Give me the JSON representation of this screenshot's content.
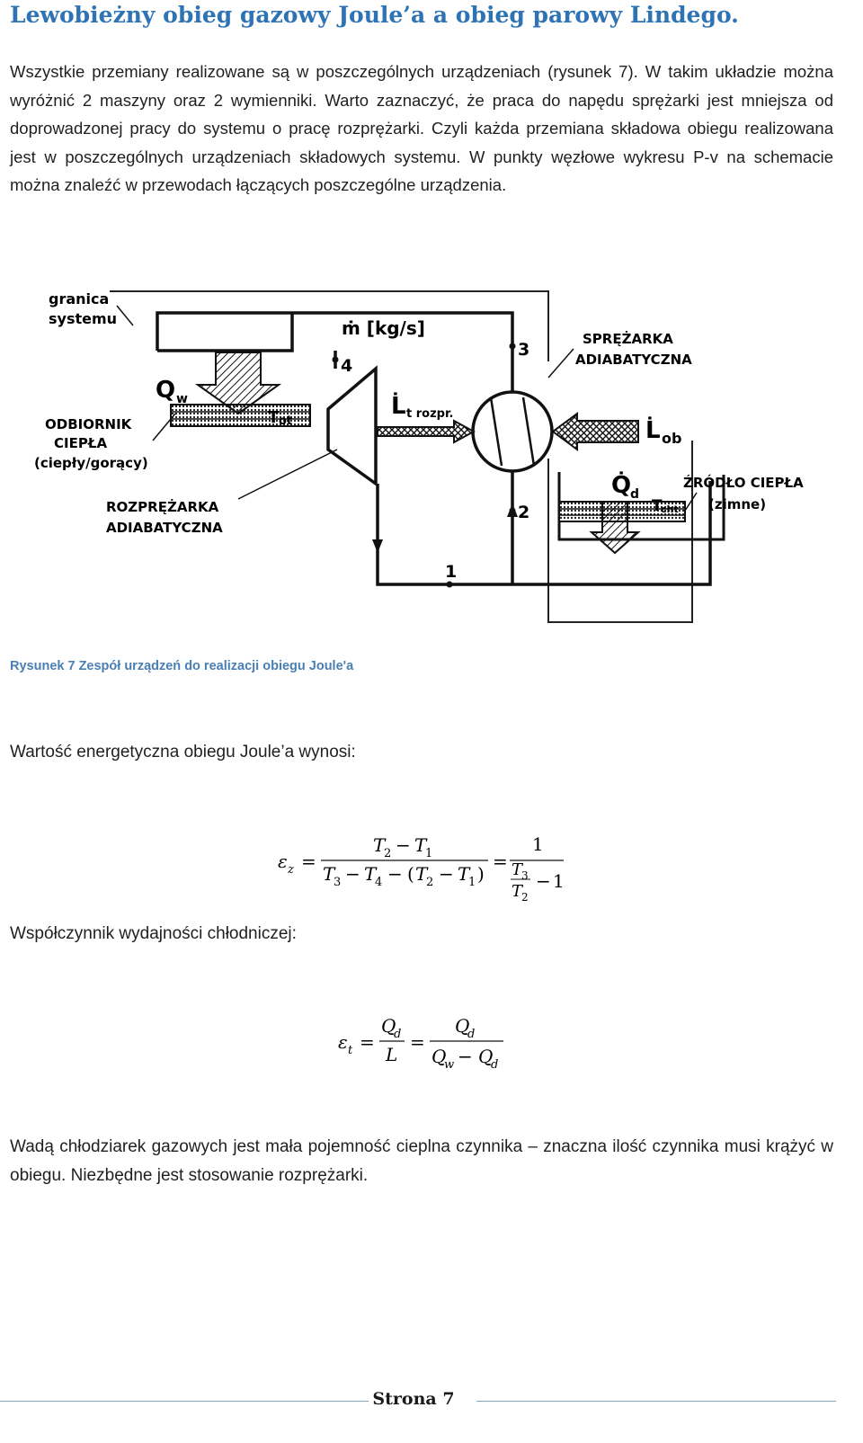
{
  "title": "Lewobieżny obieg gazowy Joule’a a obieg parowy Lindego.",
  "intro": "Wszystkie przemiany realizowane są w poszczególnych urządzeniach (rysunek 7). W takim układzie można wyróżnić 2 maszyny oraz 2 wymienniki. Warto zaznaczyć, że praca do napędu sprężarki jest mniejsza od doprowadzonej pracy do systemu o pracę rozprężarki. Czyli każda przemiana składowa obiegu realizowana jest w poszczególnych urządzeniach składowych systemu. W punkty węzłowe wykresu P-v na schemacie można znaleźć w przewodach łączących poszczególne urządzenia.",
  "figure": {
    "label_boundary_1": "granica",
    "label_boundary_2": "systemu",
    "label_mass_flow": "ṁ [kg/s]",
    "label_compressor_1": "SPRĘŻARKA",
    "label_compressor_2": "ADIABATYCZNA",
    "label_receiver_1": "ODBIORNIK",
    "label_receiver_2": "CIEPŁA",
    "label_receiver_3": "(ciepły/gorący)",
    "label_expander_1": "ROZPRĘŻARKA",
    "label_expander_2": "ADIABATYCZNA",
    "label_source_1": "ŹRÓDŁO CIEPŁA",
    "label_source_2": "(zimne)",
    "label_qw": "Q",
    "label_qw_sub": "w",
    "label_tot": "T",
    "label_tot_sub": "ot",
    "label_qd": "Q̇",
    "label_qd_sub": "d",
    "label_tcht": "T",
    "label_tcht_sub": "cht",
    "label_lt": "L̇",
    "label_lt_sub": "t rozpr.",
    "label_lob": "L̇",
    "label_lob_sub": "ob",
    "point_1": "1",
    "point_2": "2",
    "point_3": "3",
    "point_4": "4"
  },
  "caption": "Rysunek 7  Zespół urządzeń do realizacji obiegu Joule'a",
  "energy_text": "Wartość energetyczna obiegu Joule’a wynosi:",
  "formula_z": {
    "lhs": "ε",
    "lhs_sub": "z",
    "eq": "=",
    "num_a": "T",
    "num_a_sub": "2",
    "minus": "−",
    "num_b": "T",
    "num_b_sub": "1",
    "den_a": "T",
    "den_a_sub": "3",
    "den_b": "T",
    "den_b_sub": "4",
    "open_paren": "(",
    "den_c": "T",
    "den_c_sub": "2",
    "den_d": "T",
    "den_d_sub": "1",
    "close_paren": ")",
    "one": "1",
    "frac_num": "T",
    "frac_num_sub": "3",
    "frac_den": "T",
    "frac_den_sub": "2",
    "tail": "1"
  },
  "cooling_text": "Współczynnik wydajności chłodniczej:",
  "formula_t": {
    "lhs": "ε",
    "lhs_sub": "t",
    "eq": "=",
    "num1": "Q",
    "num1_sub": "d",
    "den1": "L",
    "num2": "Q",
    "num2_sub": "d",
    "den2_a": "Q",
    "den2_a_sub": "w",
    "minus": "−",
    "den2_b": "Q",
    "den2_b_sub": "d"
  },
  "conclusion": "Wadą chłodziarek gazowych jest mała pojemność cieplna czynnika – znaczna ilość czynnika musi krążyć w obiegu. Niezbędne jest stosowanie rozprężarki.",
  "footer": "Strona 7"
}
